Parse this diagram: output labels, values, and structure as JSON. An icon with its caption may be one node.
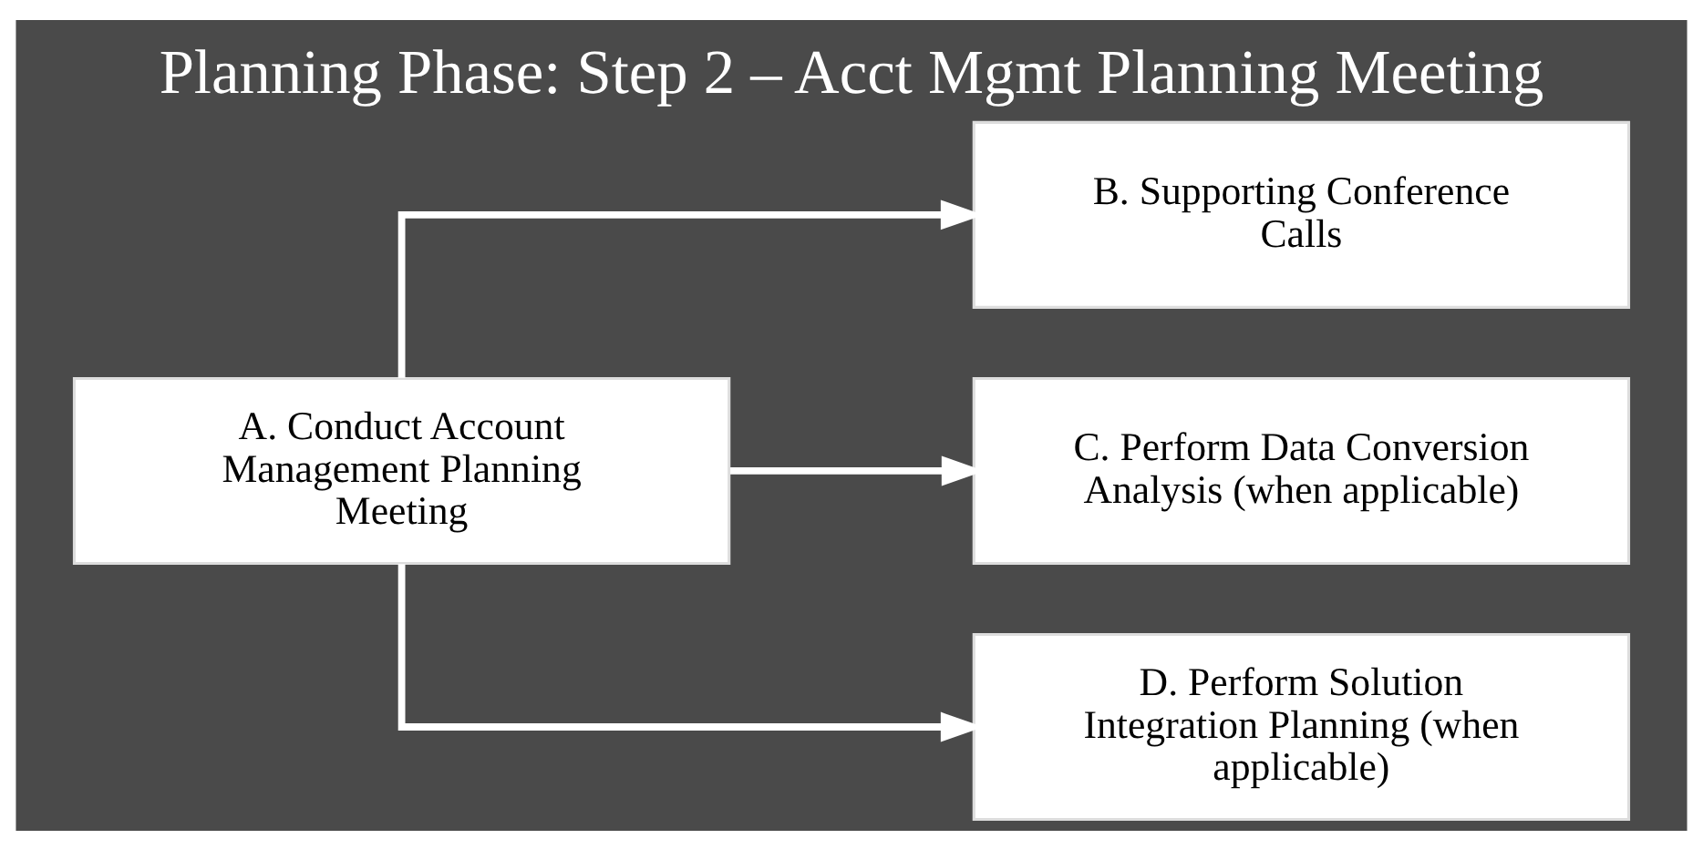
{
  "diagram": {
    "title": "Planning Phase: Step 2 – Acct Mgmt Planning Meeting",
    "nodes": [
      {
        "text": [
          "A. Conduct Account Management Planning Meeting"
        ]
      },
      {
        "text": [
          "B. Supporting Conference Calls"
        ]
      },
      {
        "text": [
          "C. Perform Data Conversion Analysis (when applicable)"
        ]
      },
      {
        "text": [
          "D. Perform Solution Integration Planning (when applicable)"
        ]
      }
    ],
    "edges": [
      {
        "from": 0,
        "to": 1,
        "arrow": "to"
      },
      {
        "from": 0,
        "to": 2,
        "arrow": "to"
      },
      {
        "from": 0,
        "to": 3,
        "arrow": "to"
      }
    ]
  }
}
